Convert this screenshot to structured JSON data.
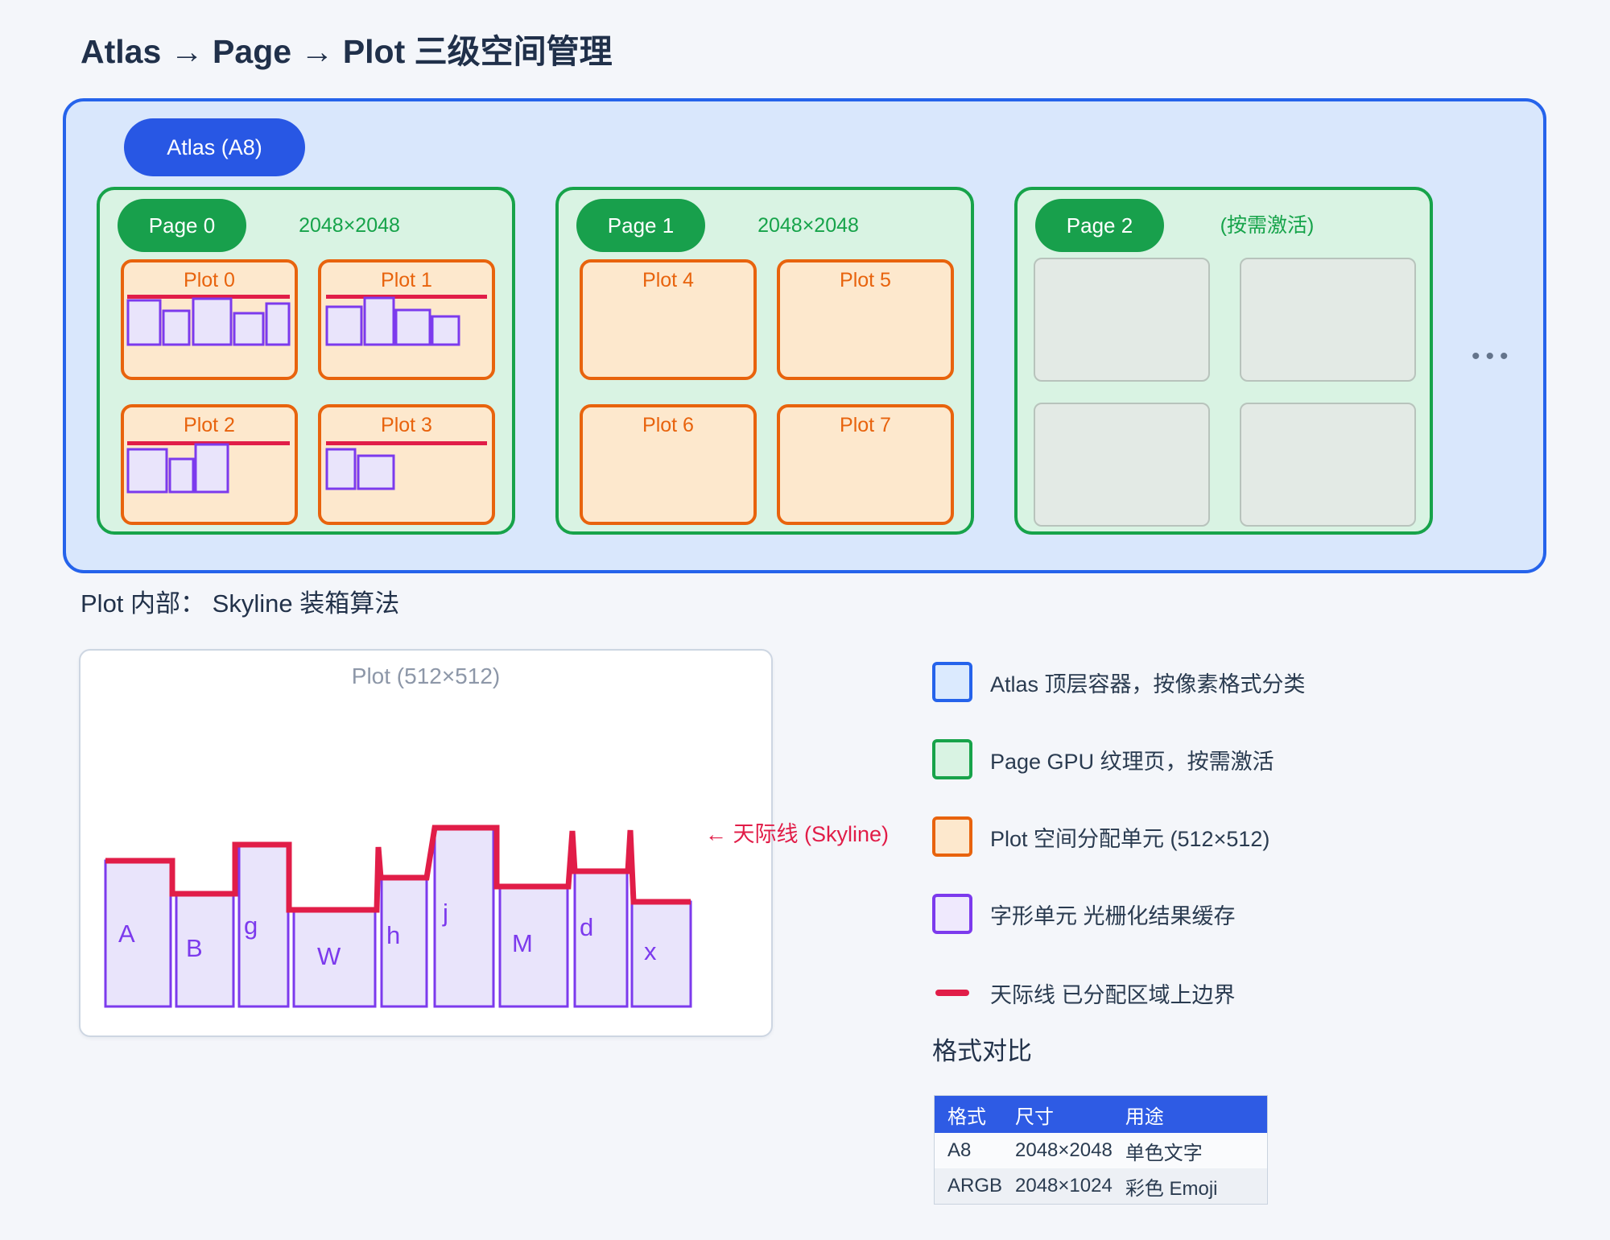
{
  "title": "Atlas → Page → Plot 三级空间管理",
  "atlas": {
    "label": "Atlas (A8)",
    "ellipsis": "•••",
    "pages": [
      {
        "label": "Page 0",
        "meta": "2048×2048",
        "plots": [
          "Plot 0",
          "Plot 1",
          "Plot 2",
          "Plot 3"
        ]
      },
      {
        "label": "Page 1",
        "meta": "2048×2048",
        "plots": [
          "Plot 4",
          "Plot 5",
          "Plot 6",
          "Plot 7"
        ]
      },
      {
        "label": "Page 2",
        "meta": "(按需激活)"
      }
    ]
  },
  "skyline": {
    "heading": "Plot 内部： Skyline 装箱算法",
    "panel_title": "Plot (512×512)",
    "annotation": "← 天际线 (Skyline)",
    "glyphs": [
      "A",
      "B",
      "g",
      "W",
      "h",
      "j",
      "M",
      "d",
      "x"
    ]
  },
  "legend": {
    "items": [
      {
        "label": "Atlas  顶层容器，按像素格式分类"
      },
      {
        "label": "Page  GPU 纹理页，按需激活"
      },
      {
        "label": "Plot  空间分配单元 (512×512)"
      },
      {
        "label": "字形单元  光栅化结果缓存"
      },
      {
        "label": "天际线  已分配区域上边界"
      }
    ]
  },
  "format_table": {
    "heading": "格式对比",
    "columns": [
      "格式",
      "尺寸",
      "用途"
    ],
    "rows": [
      [
        "A8",
        "2048×2048",
        "单色文字"
      ],
      [
        "ARGB",
        "2048×1024",
        "彩色 Emoji"
      ]
    ]
  },
  "colors": {
    "background": "#f4f6fa",
    "atlas_fill": "#d9e7fc",
    "atlas_border": "#2563eb",
    "page_fill": "#d9f3e3",
    "page_border": "#17a34a",
    "plot_fill": "#fde8cd",
    "plot_border": "#e8630d",
    "glyph_fill": "#e9e4fb",
    "glyph_border": "#7c3aed",
    "skyline_red": "#e11d48",
    "table_header_blue": "#2e5be4",
    "title_text": "#20304a"
  }
}
